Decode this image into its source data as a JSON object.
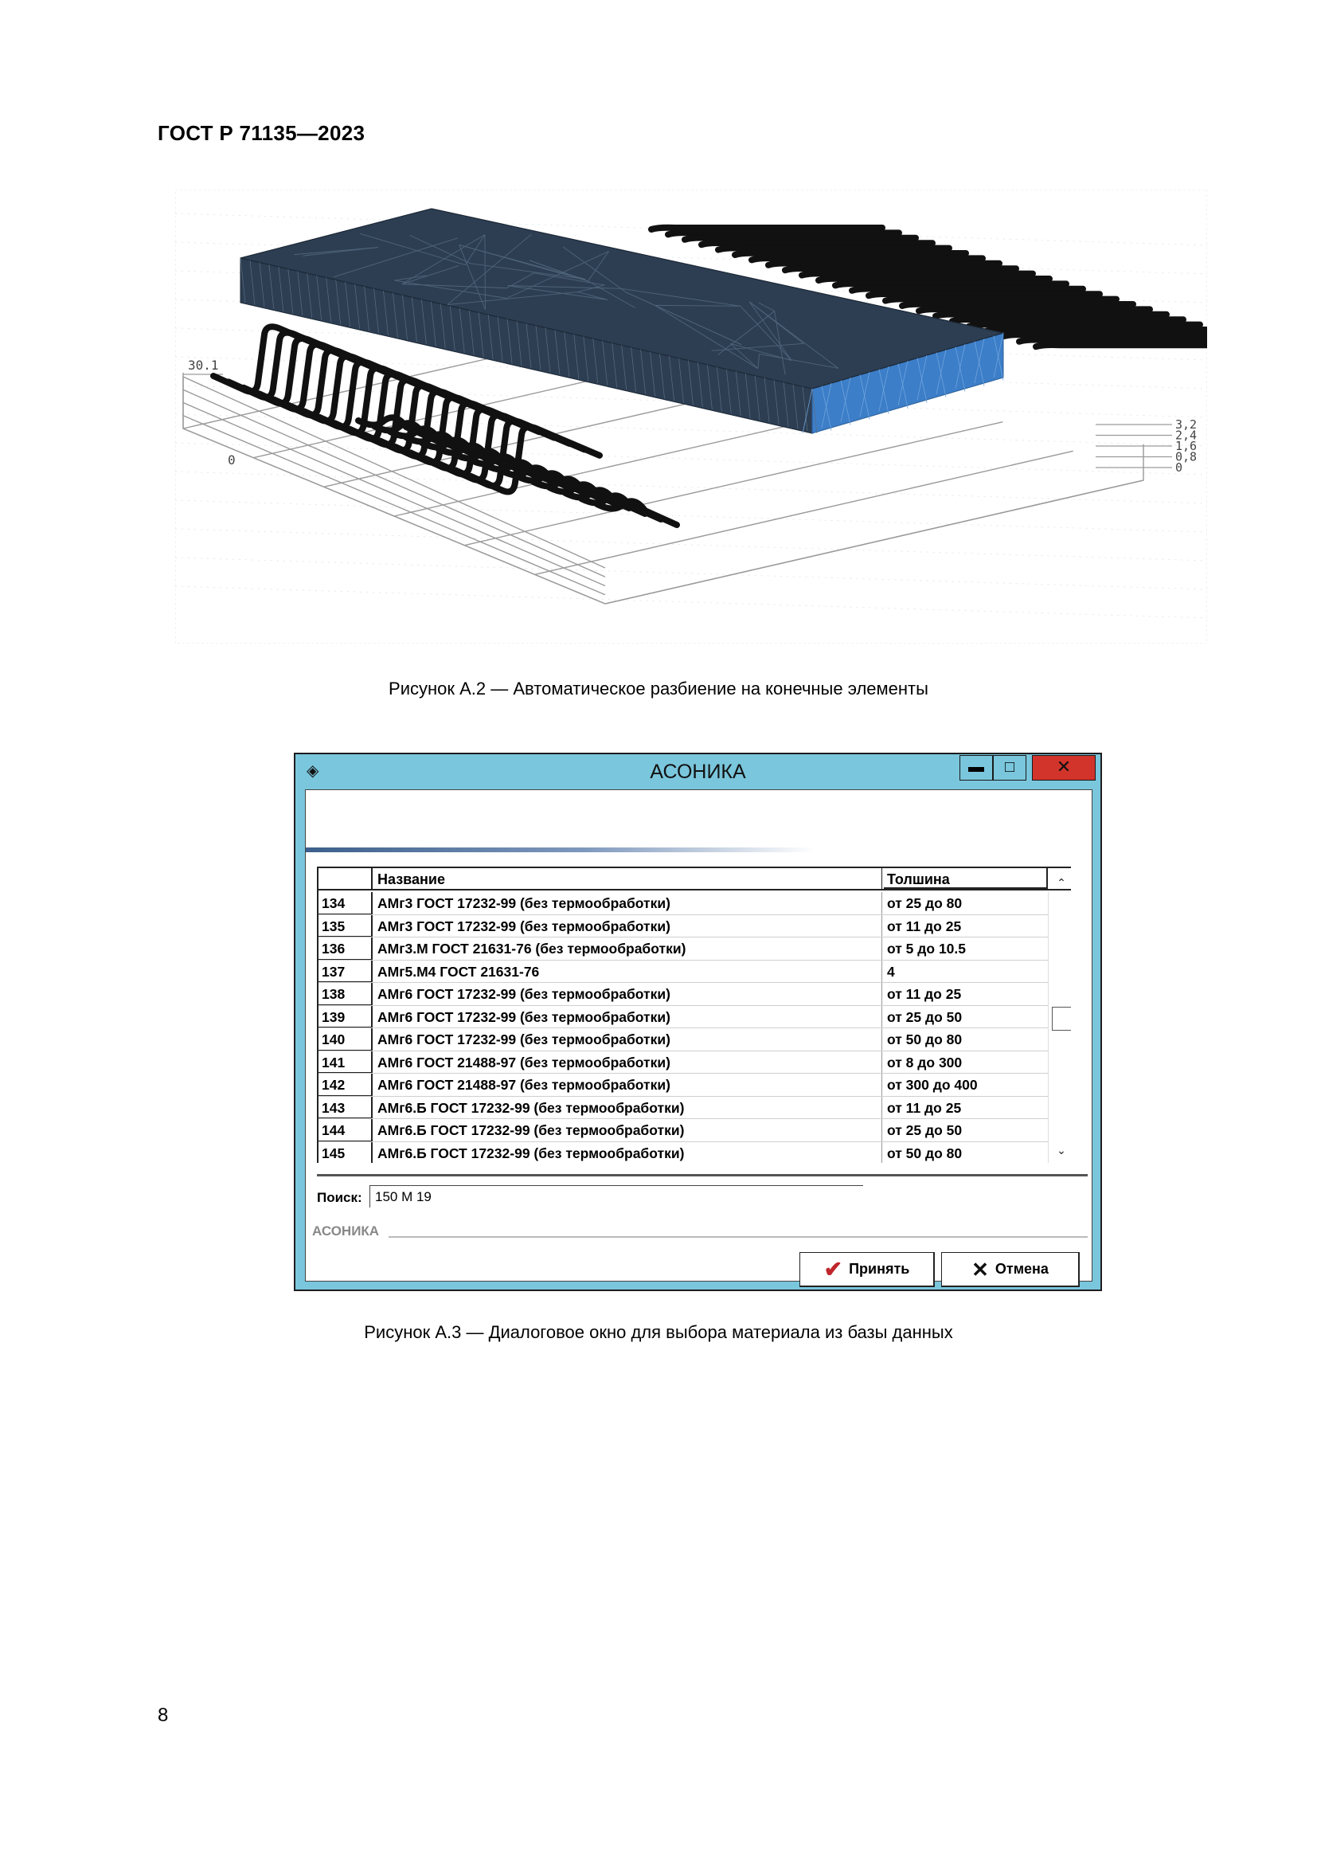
{
  "document": {
    "header": "ГОСТ Р 71135—2023",
    "page_number": "8"
  },
  "figure_a2": {
    "caption": "Рисунок А.2 — Автоматическое разбиение на конечные элементы",
    "axis_left_max": "30.1",
    "axis_left_min": "0",
    "axis_right_ticks": [
      "3,2",
      "2,4",
      "1,6",
      "0,8",
      "0"
    ],
    "colors": {
      "box_top": "#2d3e53",
      "box_side": "#3c7ec8",
      "grid": "#9a9a9a",
      "wires": "#111111"
    }
  },
  "dialog": {
    "title": "АСОНИКА",
    "title_icon": "eye-icon",
    "window_buttons": {
      "minimize": "▬",
      "maximize": "□",
      "close": "✕"
    },
    "colors": {
      "frame": "#7ac6dc",
      "close_button": "#d2342b"
    },
    "table": {
      "columns": [
        "",
        "Название",
        "Толшина"
      ],
      "rows": [
        {
          "num": "134",
          "name": "АМг3 ГОСТ 17232-99 (без термообработки)",
          "thickness": "от 25 до 80"
        },
        {
          "num": "135",
          "name": "АМг3 ГОСТ 17232-99 (без термообработки)",
          "thickness": "от 11 до 25"
        },
        {
          "num": "136",
          "name": "АМг3.М ГОСТ 21631-76 (без термообработки)",
          "thickness": "от 5 до 10.5"
        },
        {
          "num": "137",
          "name": "АМг5.М4 ГОСТ 21631-76",
          "thickness": "4"
        },
        {
          "num": "138",
          "name": "АМг6 ГОСТ 17232-99 (без термообработки)",
          "thickness": "от 11 до 25"
        },
        {
          "num": "139",
          "name": "АМг6 ГОСТ 17232-99 (без термообработки)",
          "thickness": "от 25 до 50"
        },
        {
          "num": "140",
          "name": "АМг6 ГОСТ 17232-99 (без термообработки)",
          "thickness": "от 50 до 80"
        },
        {
          "num": "141",
          "name": "АМг6 ГОСТ 21488-97 (без термообработки)",
          "thickness": "от 8 до 300"
        },
        {
          "num": "142",
          "name": "АМг6 ГОСТ 21488-97 (без термообработки)",
          "thickness": "от 300 до 400"
        },
        {
          "num": "143",
          "name": "АМг6.Б ГОСТ 17232-99 (без термообработки)",
          "thickness": "от 11 до 25"
        },
        {
          "num": "144",
          "name": "АМг6.Б ГОСТ 17232-99 (без термообработки)",
          "thickness": "от 25 до 50"
        },
        {
          "num": "145",
          "name": "АМг6.Б ГОСТ 17232-99 (без термообработки)",
          "thickness": "от 50 до 80"
        }
      ]
    },
    "search": {
      "label": "Поиск:",
      "value": "150 М 19"
    },
    "brand": "АСОНИКА",
    "buttons": {
      "accept": "Принять",
      "cancel": "Отмена"
    }
  },
  "figure_a3": {
    "caption": "Рисунок А.3 — Диалоговое окно для выбора материала из базы данных"
  }
}
